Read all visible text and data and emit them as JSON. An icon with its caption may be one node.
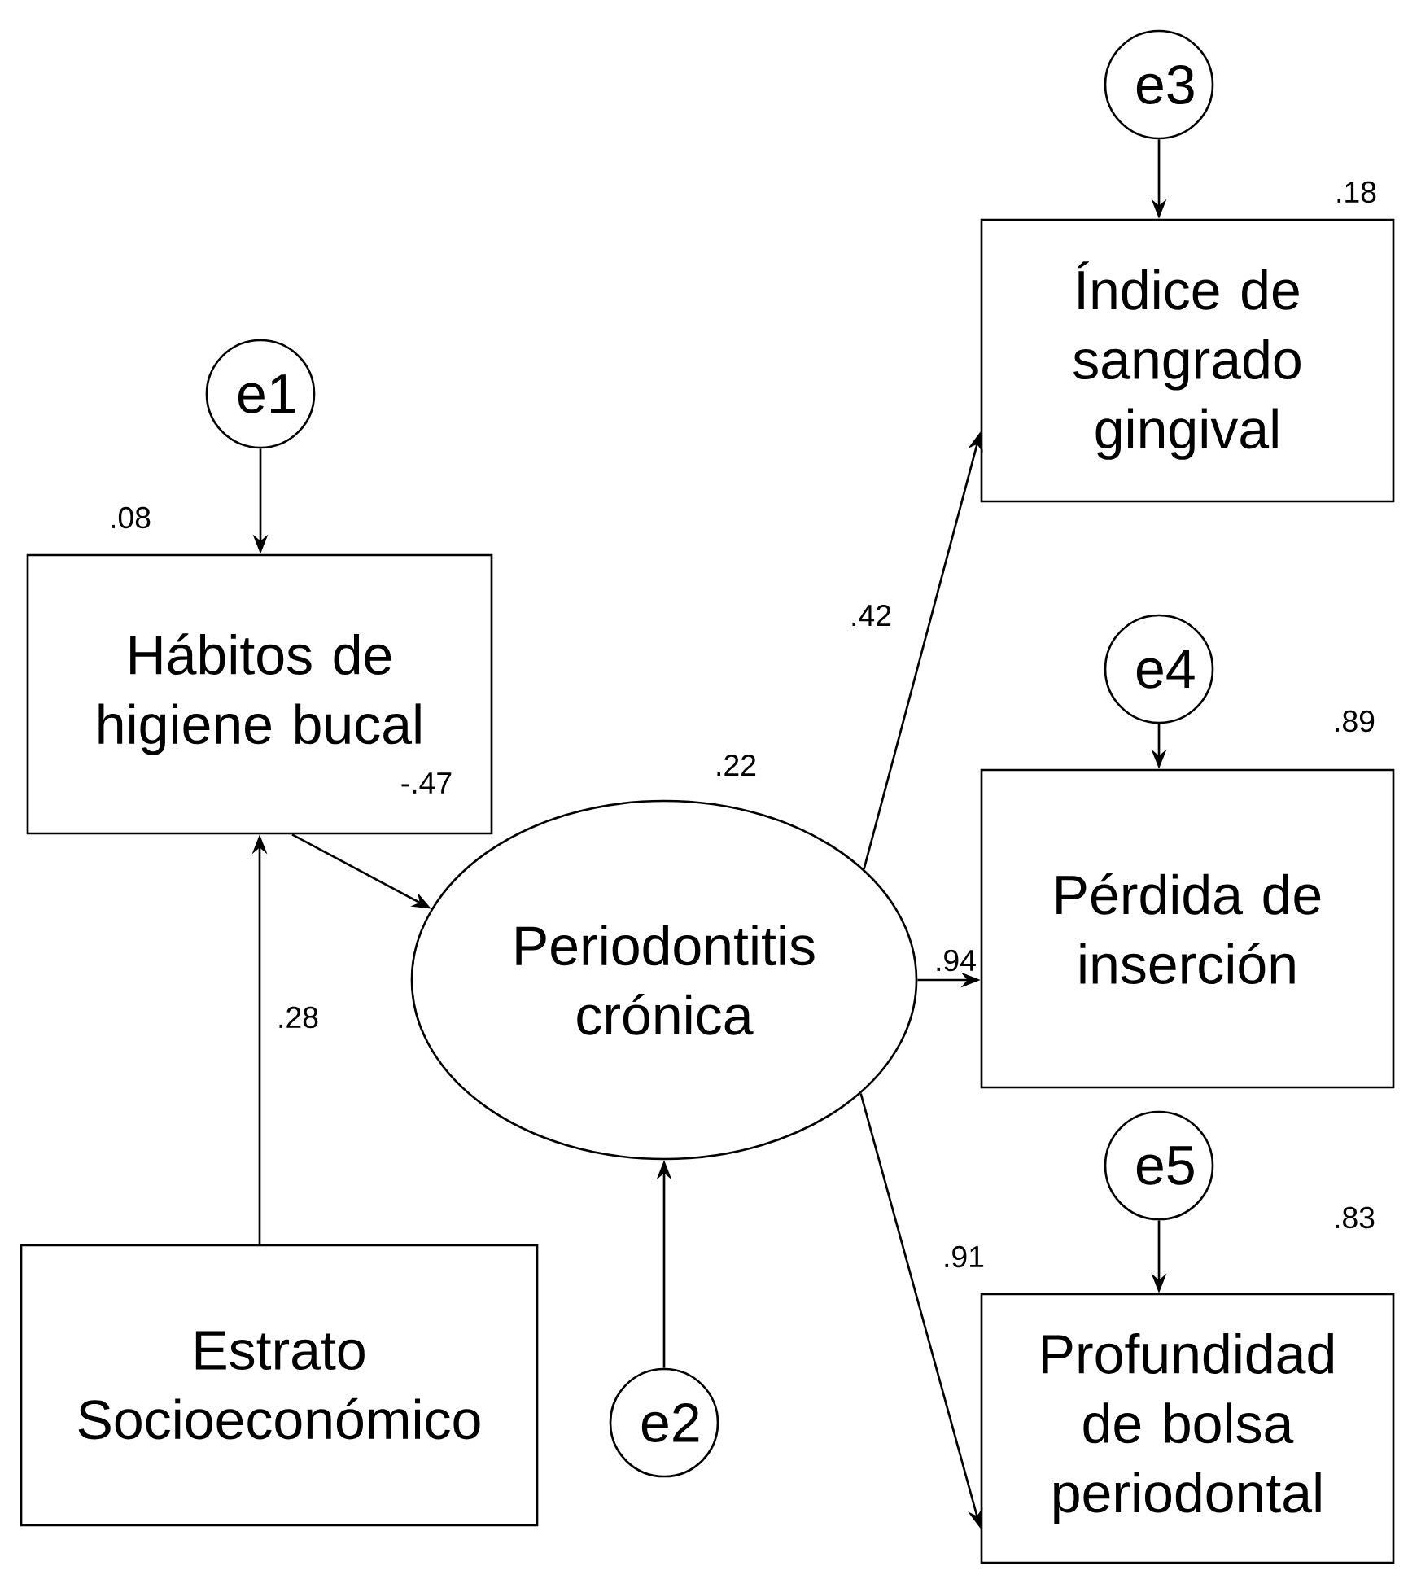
{
  "diagram": {
    "nodes": [
      {
        "text": [
          "e3"
        ]
      },
      {
        "text": [
          "Índice de sangrado gingival"
        ],
        "beside": [
          ".18"
        ]
      },
      {
        "text": [
          "e1"
        ]
      },
      {
        "text": [
          "Hábitos de higiene bucal"
        ],
        "beside": [
          ".08"
        ]
      },
      {
        "text": [
          "e4"
        ]
      },
      {
        "text": [
          "Periodontitis crónica"
        ],
        "beside": [
          ".22"
        ]
      },
      {
        "text": [
          "Pérdida de inserción"
        ],
        "beside": [
          ".89"
        ]
      },
      {
        "text": [
          "e5"
        ]
      },
      {
        "text": [
          "Estrato Socioeconómico"
        ]
      },
      {
        "text": [
          "e2"
        ]
      },
      {
        "text": [
          "Profundidad de bolsa periodontal"
        ],
        "beside": [
          ".83"
        ]
      }
    ],
    "edges": [
      {
        "from": 0,
        "to": 1,
        "arrow": "to"
      },
      {
        "from": 2,
        "to": 3,
        "arrow": "to"
      },
      {
        "from": 8,
        "to": 3,
        "arrow": "to",
        "label": ".28"
      },
      {
        "from": 3,
        "to": 5,
        "arrow": "to",
        "label": "-.47"
      },
      {
        "from": 9,
        "to": 5,
        "arrow": "to"
      },
      {
        "from": 5,
        "to": 1,
        "arrow": "to",
        "label": ".42"
      },
      {
        "from": 5,
        "to": 6,
        "arrow": "to",
        "label": ".94"
      },
      {
        "from": 5,
        "to": 10,
        "arrow": "to",
        "label": ".91"
      },
      {
        "from": 4,
        "to": 6,
        "arrow": "to"
      },
      {
        "from": 7,
        "to": 10,
        "arrow": "to"
      }
    ]
  }
}
